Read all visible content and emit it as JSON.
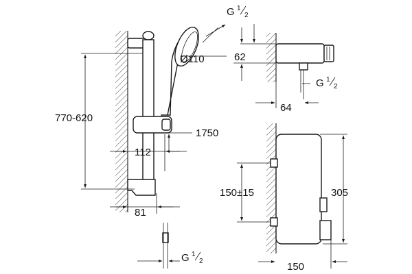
{
  "dimensions": {
    "rail_height": "770-620",
    "mount_height": "1750",
    "holder_offset": "112",
    "wall_offset": "81",
    "head_diameter": "Ø110",
    "thermostat_spacing": "62",
    "thermostat_depth": "64",
    "inlet_spacing": "150±15",
    "thermostat_height": "305",
    "thermostat_width": "150"
  },
  "threads": {
    "prefix": "G",
    "numerator": "1",
    "denominator": "2"
  }
}
